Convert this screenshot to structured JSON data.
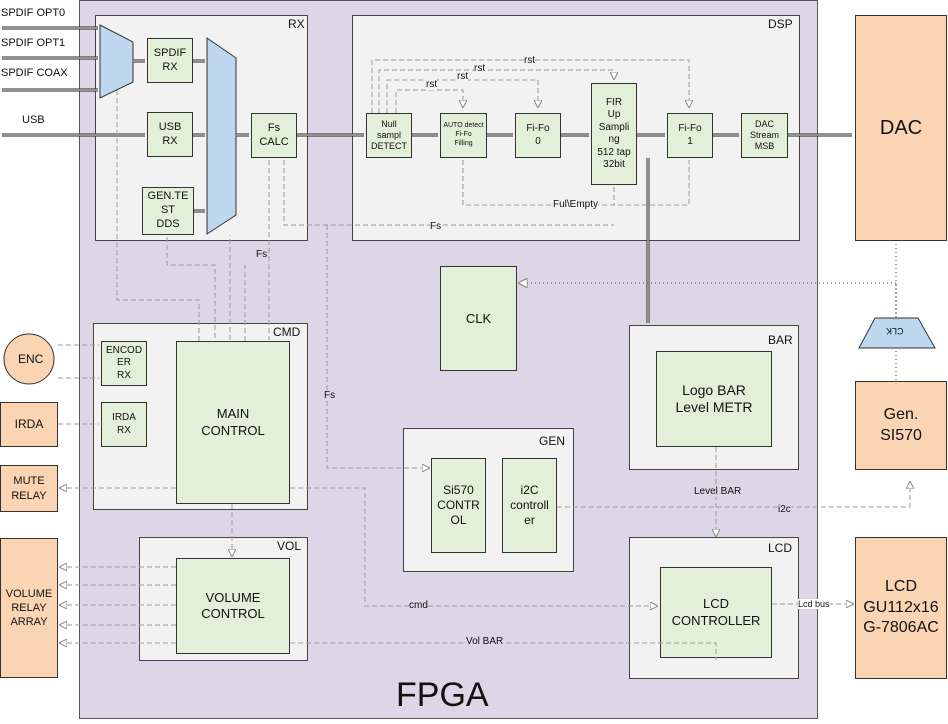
{
  "title": "FPGA",
  "inputs": [
    "SPDIF OPT0",
    "SPDIF OPT1",
    "SPDIF COAX",
    "USB"
  ],
  "groups": {
    "rx": "RX",
    "dsp": "DSP",
    "cmd": "CMD",
    "vol": "VOL",
    "gen": "GEN",
    "bar": "BAR",
    "lcd": "LCD"
  },
  "modules": {
    "spdif_rx": "SPDIF\nRX",
    "usb_rx": "USB\nRX",
    "gen_test_dds": "GEN.TE\nST\nDDS",
    "fs_calc": "Fs CALC",
    "null_detect": "Null\nsampl\nDETECT",
    "auto_detect": "AUTO detect\nFi-Fo\nFilling",
    "fifo0": "Fi-Fo\n0",
    "fir": "FIR\nUp\nSampli\nng\n512 tap\n32bit",
    "fifo1": "Fi-Fo\n1",
    "dac_stream": "DAC\nStream\nMSB",
    "clk": "CLK",
    "encoder_rx": "ENCOD\nER\nRX",
    "irda_rx": "IRDA\nRX",
    "main_control": "MAIN\nCONTROL",
    "si570_control": "Si570\nCONTR\nOL",
    "i2c_controller": "i2C\ncontroll\ner",
    "logo_bar": "Logo BAR\nLevel METR",
    "volume_control": "VOLUME\nCONTROL",
    "lcd_controller": "LCD\nCONTROLLER"
  },
  "external": {
    "enc": "ENC",
    "irda": "IRDA",
    "mute_relay": "MUTE\nRELAY",
    "volume_relay_array": "VOLUME\nRELAY\nARRAY",
    "dac": "DAC",
    "gen_si570": "Gen.\nSI570",
    "lcd": "LCD\nGU112x16\nG-7806AC",
    "clk_buffer": "CLK"
  },
  "signal_labels": {
    "rst": "rst",
    "ful_empty": "Ful\\Empty",
    "fs": "Fs",
    "level_bar": "Level BAR",
    "i2c": "i2c",
    "cmd": "cmd",
    "lcd_bus": "Lcd bus",
    "vol_bar": "Vol BAR"
  },
  "colors": {
    "fpga_bg": "#ddd6e6",
    "group_bg": "#f2f2f2",
    "module_bg": "#e2efd9",
    "external_bg": "#fbd4b4",
    "mux_bg": "#bdd7ee",
    "dashed_line": "#999999"
  }
}
